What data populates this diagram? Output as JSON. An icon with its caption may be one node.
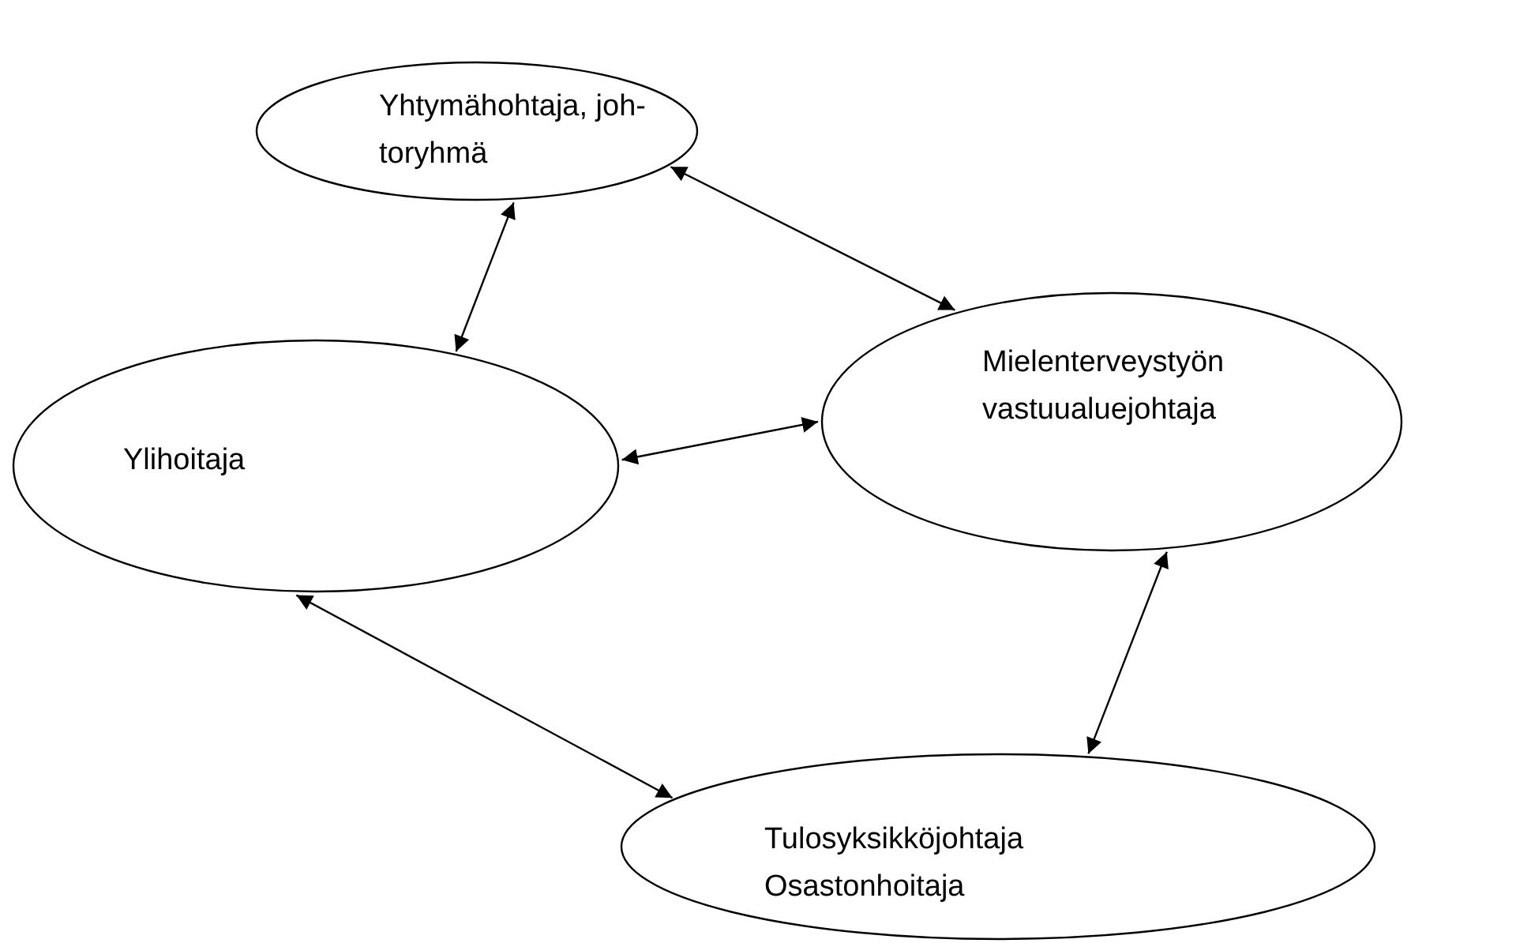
{
  "diagram": {
    "nodes": [
      {
        "text": [
          "Yhtymähohtaja, joh- toryhmä"
        ]
      },
      {
        "text": [
          "Ylihoitaja"
        ]
      },
      {
        "text": [
          "Mielenterveystyön vastuualuejohtaja"
        ]
      },
      {
        "text": [
          "Tulosyksikköjohtaja Osastonhoitaja"
        ]
      }
    ],
    "edges": [
      {
        "from": 0,
        "to": 1,
        "arrow": "both"
      },
      {
        "from": 0,
        "to": 2,
        "arrow": "both"
      },
      {
        "from": 1,
        "to": 2,
        "arrow": "both"
      },
      {
        "from": 2,
        "to": 3,
        "arrow": "both"
      },
      {
        "from": 1,
        "to": 3,
        "arrow": "both"
      }
    ]
  }
}
